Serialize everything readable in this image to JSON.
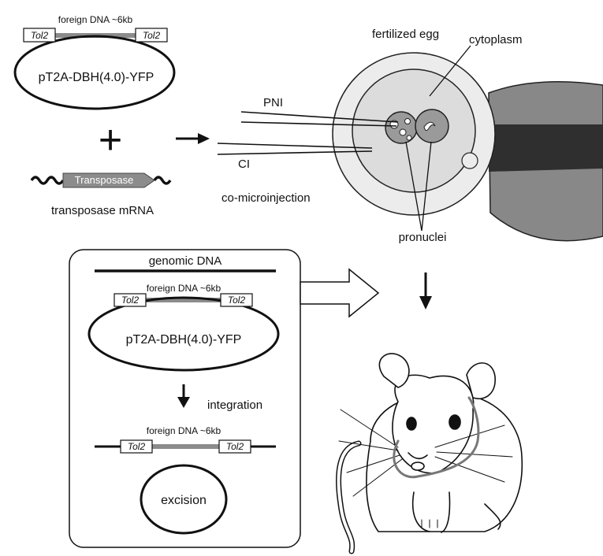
{
  "plasmid_top": {
    "foreign_dna": "foreign DNA ~6kb",
    "tol2_left": "Tol2",
    "tol2_right": "Tol2",
    "name": "pT2A-DBH(4.0)-YFP"
  },
  "plus_sign": "+",
  "transposase": {
    "arrow_label": "Transposase",
    "caption": "transposase mRNA"
  },
  "injection": {
    "pni_label": "PNI",
    "ci_label": "CI",
    "caption": "co-microinjection"
  },
  "egg": {
    "fertilized_label": "fertilized egg",
    "cytoplasm_label": "cytoplasm",
    "pronuclei_label": "pronuclei"
  },
  "genomic_box": {
    "title": "genomic DNA",
    "foreign_dna": "foreign DNA ~6kb",
    "tol2_left": "Tol2",
    "tol2_right": "Tol2",
    "plasmid_name": "pT2A-DBH(4.0)-YFP",
    "integration_label": "integration",
    "integrated_foreign_dna": "foreign DNA ~6kb",
    "integrated_tol2_left": "Tol2",
    "integrated_tol2_right": "Tol2",
    "excision_label": "excision"
  },
  "colors": {
    "ink": "#111111",
    "gray_bar": "#8c8c8c",
    "egg_outer": "#e9e9e9",
    "egg_inner": "#d8d8d8",
    "pronucleus": "#9a9a9a",
    "pipette_dark": "#3a3a3a"
  }
}
